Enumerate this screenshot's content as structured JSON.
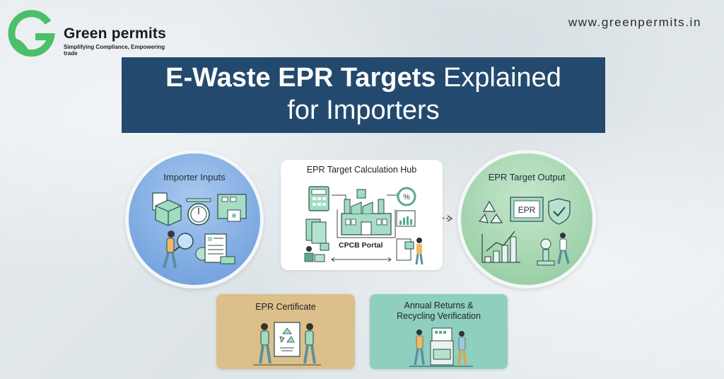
{
  "logo": {
    "brand": "Green permits",
    "tagline": "Simplifying Compliance, Empowering trade",
    "icon": "green-g-leaf-logo",
    "brand_color": "#4cbf6b"
  },
  "website": "www.greenpermits.in",
  "title": {
    "bold": "E-Waste EPR Targets",
    "light": "Explained",
    "line2": "for Importers",
    "background_color": "#234a6e"
  },
  "sections": {
    "importer_inputs": {
      "title": "Importer Inputs",
      "icons": [
        "box-documents-icon",
        "weighing-scale-icon",
        "circuit-board-icon",
        "person-magnifier-icon",
        "document-gear-icon"
      ],
      "color": "#7aa7e0"
    },
    "hub": {
      "title": "EPR Target Calculation Hub",
      "portal_label": "CPCB Portal",
      "icons": [
        "calculator-icon",
        "factory-icon",
        "percent-icon",
        "bar-chart-icon",
        "documents-icon",
        "person-laptop-icon",
        "person-clipboard-icon"
      ]
    },
    "target_output": {
      "title": "EPR Target Output",
      "certificate_text": "EPR",
      "icons": [
        "recycle-icon",
        "epr-certificate-icon",
        "shield-check-icon",
        "growth-chart-icon",
        "person-machine-icon"
      ],
      "color": "#9fd2ab"
    },
    "epr_certificate": {
      "title": "EPR Certificate",
      "icons": [
        "two-people-holding-certificate-icon"
      ],
      "color": "#dcbf8a"
    },
    "annual_returns": {
      "title_line1": "Annual Returns &",
      "title_line2": "Recycling Verification",
      "icons": [
        "people-recycling-machine-icon"
      ],
      "color": "#8fcfc0"
    }
  }
}
